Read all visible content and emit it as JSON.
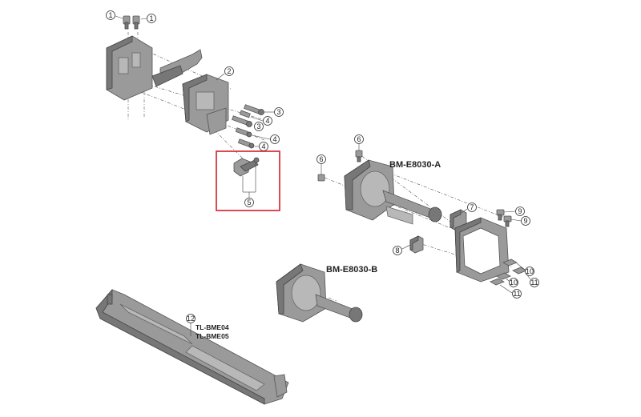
{
  "callouts": {
    "c1a": "1",
    "c1b": "1",
    "c2": "2",
    "c3a": "3",
    "c3b": "3",
    "c4a": "4",
    "c4b": "4",
    "c4c": "4",
    "c5": "5",
    "c6a": "6",
    "c6b": "6",
    "c7": "7",
    "c8": "8",
    "c9a": "9",
    "c9b": "9",
    "c10a": "10",
    "c10b": "10",
    "c11a": "11",
    "c11b": "11",
    "c12": "12"
  },
  "labels": {
    "model_a": "BM-E8030-A",
    "model_b": "BM-E8030-B",
    "tool_1": "TL-BME04",
    "tool_2": "TL-BME05"
  },
  "highlight_color": "#d0202a"
}
